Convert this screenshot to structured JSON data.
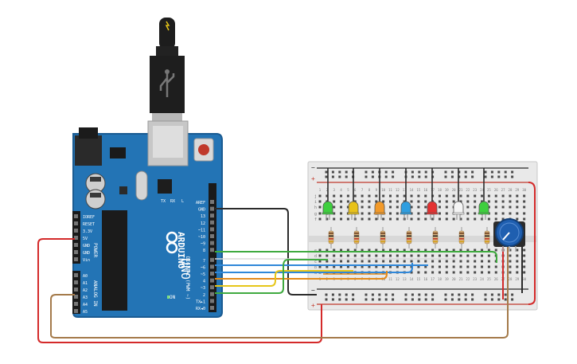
{
  "board": {
    "brand": "ARDUINO",
    "model": "UNO",
    "on_label": "ON",
    "tx_label": "TX",
    "rx_label": "RX",
    "l_label": "L",
    "power_title": "POWER",
    "analog_title": "ANALOG IN",
    "digital_title": "DIGITAL (PWM ~)",
    "power_pins": [
      "IOREF",
      "RESET",
      "3.3V",
      "5V",
      "GND",
      "GND",
      "Vin"
    ],
    "analog_pins": [
      "A0",
      "A1",
      "A2",
      "A3",
      "A4",
      "A5"
    ],
    "digital_pins": [
      "AREF",
      "GND",
      "13",
      "12",
      "~11",
      "~10",
      "~9",
      "8",
      "7",
      "~6",
      "~5",
      "4",
      "~3",
      "2",
      "TX►1",
      "RX◄0"
    ]
  },
  "breadboard": {
    "column_numbers": [
      "1",
      "2",
      "3",
      "4",
      "5",
      "6",
      "7",
      "8",
      "9",
      "10",
      "11",
      "12",
      "13",
      "14",
      "15",
      "16",
      "17",
      "18",
      "19",
      "20",
      "21",
      "22",
      "23",
      "24",
      "25",
      "26",
      "27",
      "28",
      "29",
      "30"
    ],
    "rows_top": [
      "j",
      "i",
      "h",
      "g",
      "f"
    ],
    "rows_bottom": [
      "e",
      "d",
      "c",
      "b",
      "a"
    ],
    "plus": "+",
    "minus": "−"
  },
  "leds": [
    "green",
    "yellow",
    "orange",
    "blue",
    "red",
    "white",
    "green"
  ],
  "colors": {
    "board": "#2374b5",
    "board_dark": "#1a5b92",
    "wire_red": "#d42a2a",
    "wire_black": "#2b2b2b",
    "wire_green": "#3faa3f",
    "wire_blue": "#2f87d9",
    "wire_orange": "#e38a1a",
    "wire_yellow": "#e6c619",
    "wire_brown": "#a47a4a",
    "wire_white": "#d8d8d8",
    "led_green": "#3ecf3e",
    "led_yellow": "#e8c21a",
    "led_orange": "#f29a2a",
    "led_blue": "#2f9ee0",
    "led_red": "#e33131",
    "led_white": "#f4f4f4",
    "breadboard": "#e9e9e9",
    "pot_knob": "#1f5fb0"
  }
}
